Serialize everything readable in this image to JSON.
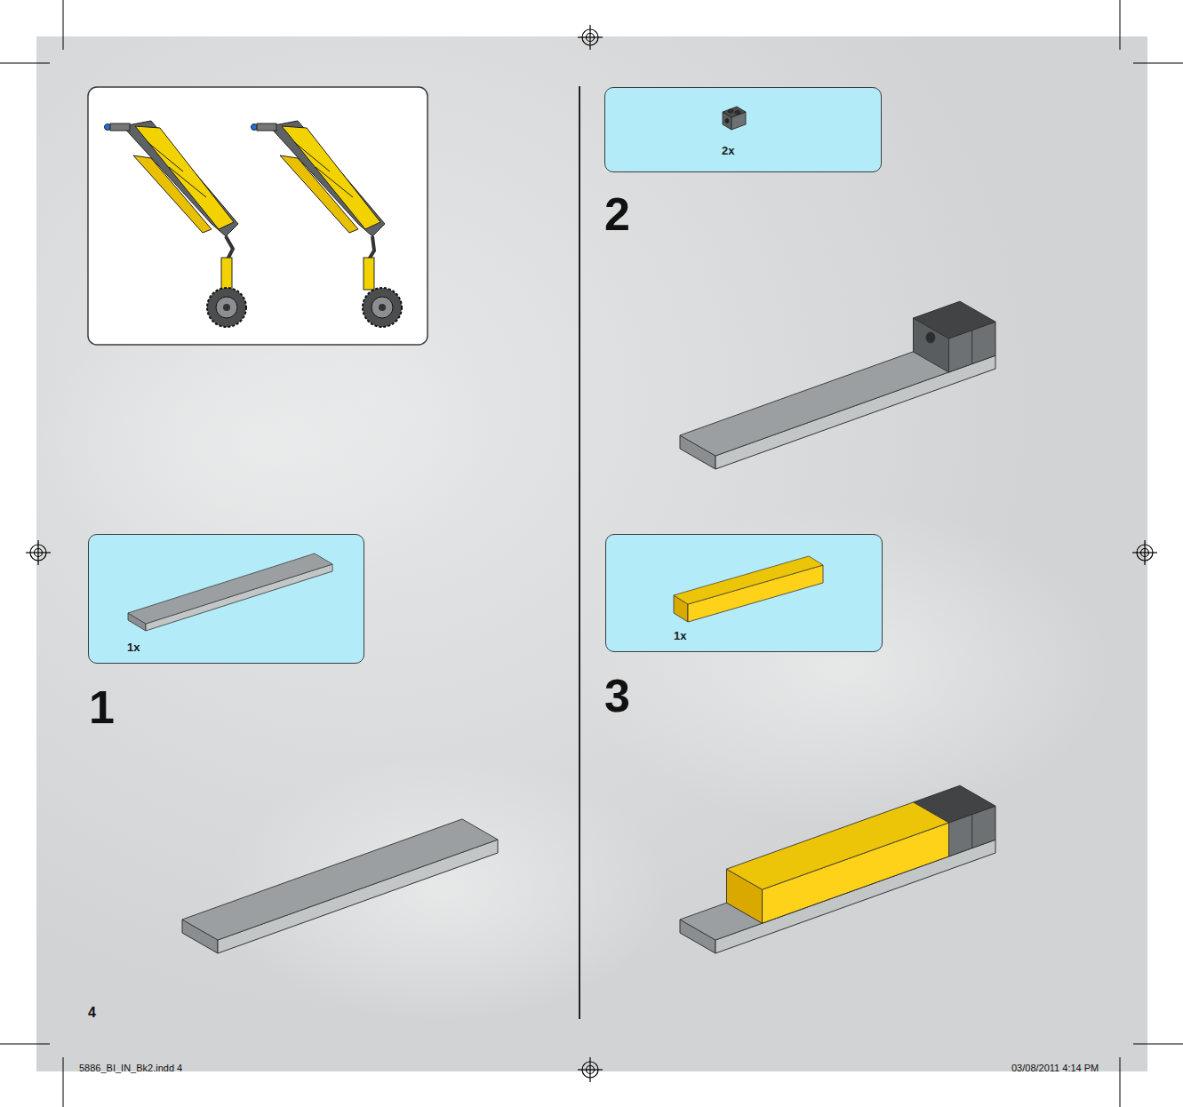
{
  "diagram": {
    "nodes": [
      {
        "text": [
          "1x"
        ]
      },
      {
        "text": [
          "2x"
        ]
      },
      {
        "text": [
          "1x"
        ]
      }
    ],
    "labels": [
      "1",
      "2",
      "3",
      "4",
      "5886_BI_IN_Bk2.indd 4",
      "03/08/2011 4:14 PM"
    ]
  }
}
